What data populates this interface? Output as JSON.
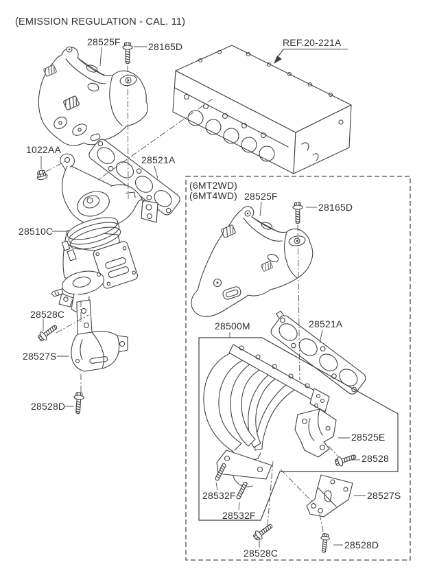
{
  "page": {
    "note": "(EMISSION REGULATION - CAL. 11)"
  },
  "engine_ref": {
    "label": "REF.20-221A"
  },
  "main_section": {
    "parts": [
      {
        "code": "28525F"
      },
      {
        "code": "28165D"
      },
      {
        "code": "1022AA"
      },
      {
        "code": "28521A"
      },
      {
        "code": "28510C"
      },
      {
        "code": "28528C"
      },
      {
        "code": "28527S"
      },
      {
        "code": "28528D"
      }
    ]
  },
  "variant_section": {
    "variants": [
      "(6MT2WD)",
      "(6MT4WD)"
    ],
    "parts": [
      {
        "code": "28525F"
      },
      {
        "code": "28165D"
      },
      {
        "code": "28500M"
      },
      {
        "code": "28521A"
      },
      {
        "code": "28525E"
      },
      {
        "code": "28528"
      },
      {
        "code": "28532F"
      },
      {
        "code": "28532F"
      },
      {
        "code": "28527S"
      },
      {
        "code": "28528C"
      },
      {
        "code": "28528D"
      }
    ]
  },
  "colors": {
    "line": "#3f3f3f",
    "text": "#2f2f2f",
    "background": "#ffffff"
  }
}
